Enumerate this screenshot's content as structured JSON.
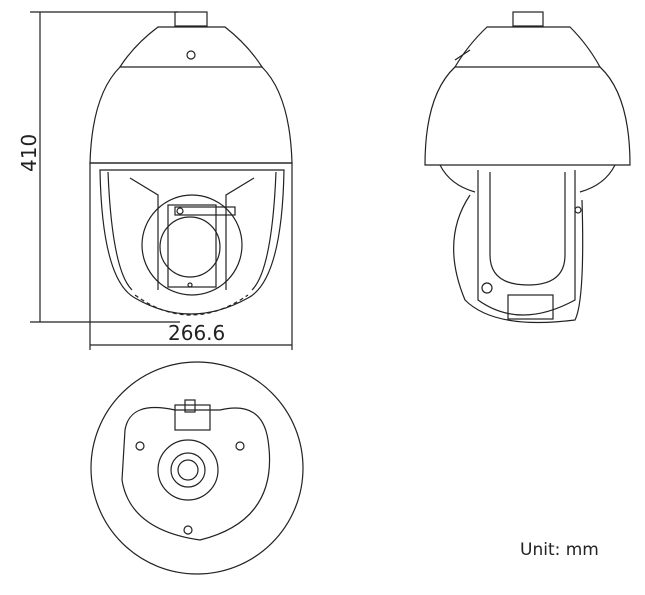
{
  "dimensions": {
    "height_label": "410",
    "width_label": "266.6"
  },
  "unit_label": "Unit: mm",
  "views": [
    "front-view",
    "side-view",
    "bottom-view"
  ]
}
